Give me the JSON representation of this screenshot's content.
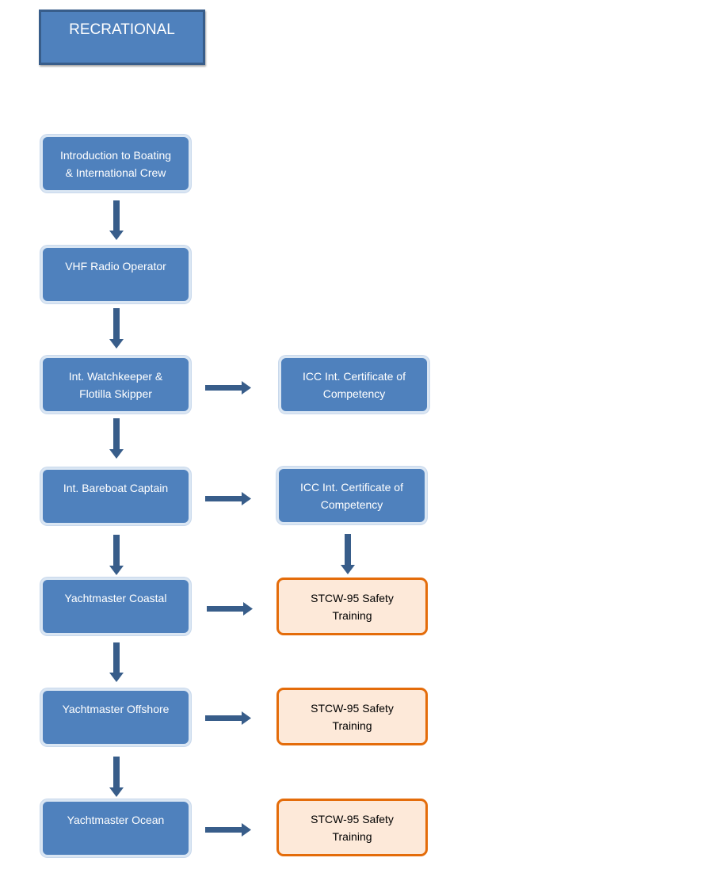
{
  "header": {
    "title": "RECRATIONAL"
  },
  "nodes": {
    "intro": {
      "line1": "Introduction to Boating",
      "line2": "& International Crew"
    },
    "vhf": {
      "line1": "VHF Radio Operator"
    },
    "watchkeeper": {
      "line1": "Int. Watchkeeper &",
      "line2": "Flotilla Skipper"
    },
    "icc1": {
      "line1": "ICC Int. Certificate of",
      "line2": "Competency"
    },
    "bareboat": {
      "line1": "Int. Bareboat Captain"
    },
    "icc2": {
      "line1": "ICC Int. Certificate of",
      "line2": "Competency"
    },
    "coastal": {
      "line1": "Yachtmaster Coastal"
    },
    "stcw1": {
      "line1": "STCW-95 Safety",
      "line2": "Training"
    },
    "offshore": {
      "line1": "Yachtmaster Offshore"
    },
    "stcw2": {
      "line1": "STCW-95 Safety",
      "line2": "Training"
    },
    "ocean": {
      "line1": "Yachtmaster Ocean"
    },
    "stcw3": {
      "line1": "STCW-95 Safety",
      "line2": "Training"
    }
  },
  "colors": {
    "node_fill": "#4f81bd",
    "arrow": "#385d8a",
    "safety_fill": "#fde9d9",
    "safety_border": "#e46c0a"
  }
}
